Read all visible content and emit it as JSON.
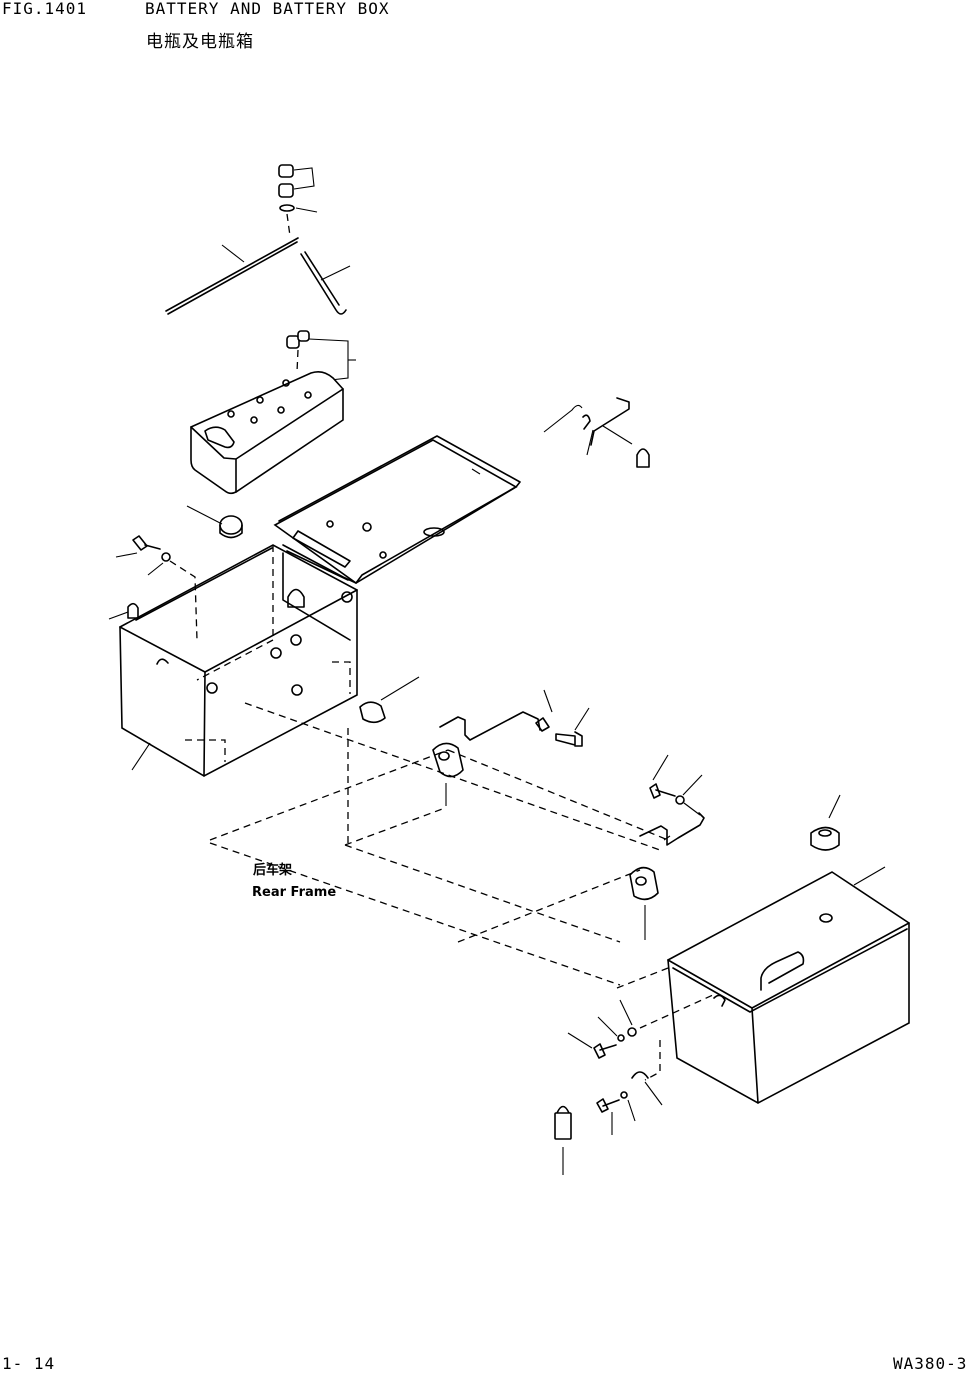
{
  "header": {
    "fig_number": "FIG.1401",
    "title": "BATTERY AND BATTERY BOX",
    "title_cn": "电瓶及电瓶箱"
  },
  "labels": {
    "rear_frame_cn": "后车架",
    "rear_frame_en": "Rear Frame"
  },
  "footer": {
    "page": "1- 14",
    "model": "WA380-3"
  }
}
